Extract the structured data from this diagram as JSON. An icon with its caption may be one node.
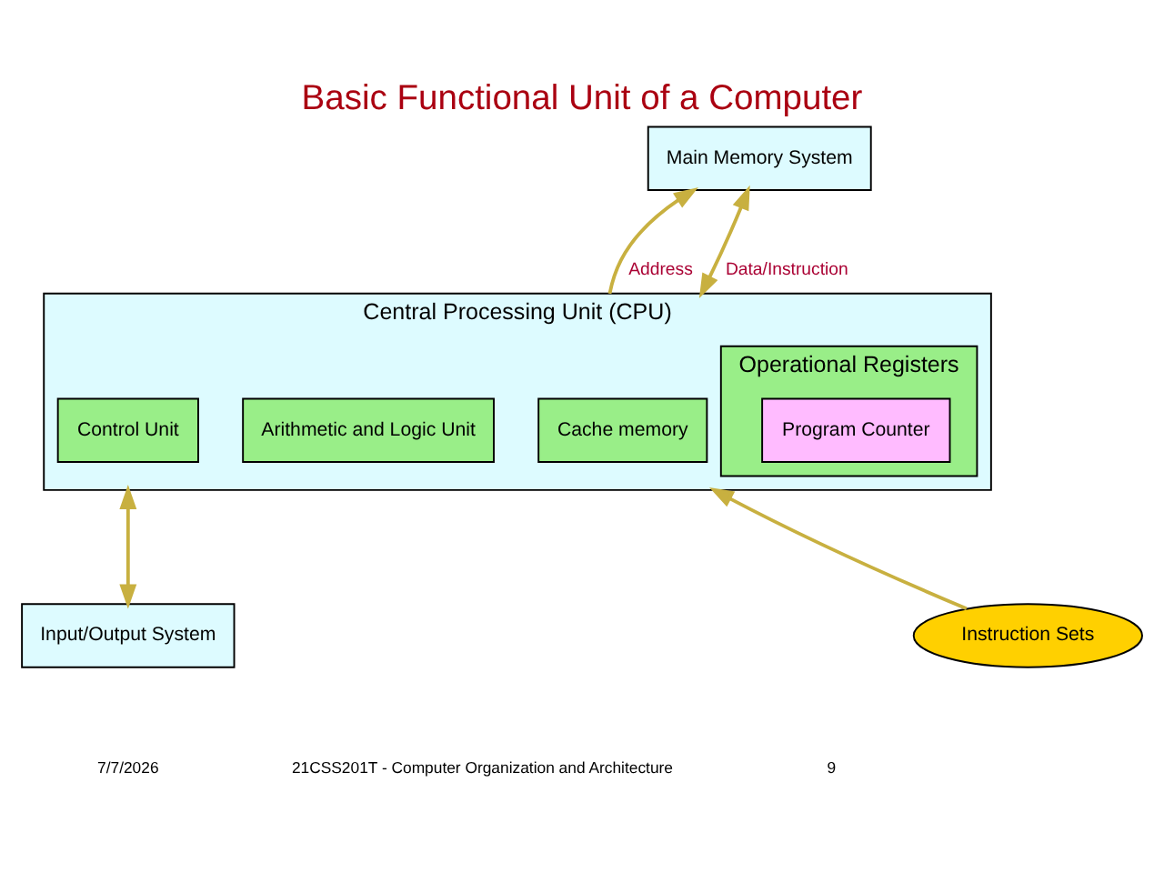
{
  "diagram": {
    "title": "Basic Functional Unit of a Computer",
    "nodes": [
      {
        "text": [
          "Main Memory System"
        ]
      },
      {
        "text": [
          "Central Processing Unit (CPU)"
        ]
      },
      {
        "text": [
          "Cache memory"
        ],
        "in": 1
      },
      {
        "text": [
          "Operational Registers"
        ],
        "in": 1
      },
      {
        "text": [
          "Program Counter"
        ],
        "in": 3
      },
      {
        "text": [
          "Arithmetic and Logic Unit"
        ],
        "in": 1
      },
      {
        "text": [
          "Control Unit"
        ],
        "in": 1
      },
      {
        "text": [
          "Instruction Sets"
        ]
      },
      {
        "text": [
          "Input/Output System"
        ]
      }
    ],
    "edges": [
      {
        "from": 1,
        "to": 0,
        "arrow": "to",
        "label": "Address"
      },
      {
        "from": 0,
        "to": 1,
        "arrow": "both",
        "label": "Data/Instruction"
      },
      {
        "from": 7,
        "to": 1,
        "arrow": "to"
      },
      {
        "from": 1,
        "to": 8,
        "arrow": "both"
      }
    ],
    "labels": [
      "7/7/2026",
      "21CSS201T - Computer Organization and Architecture",
      "9"
    ]
  }
}
